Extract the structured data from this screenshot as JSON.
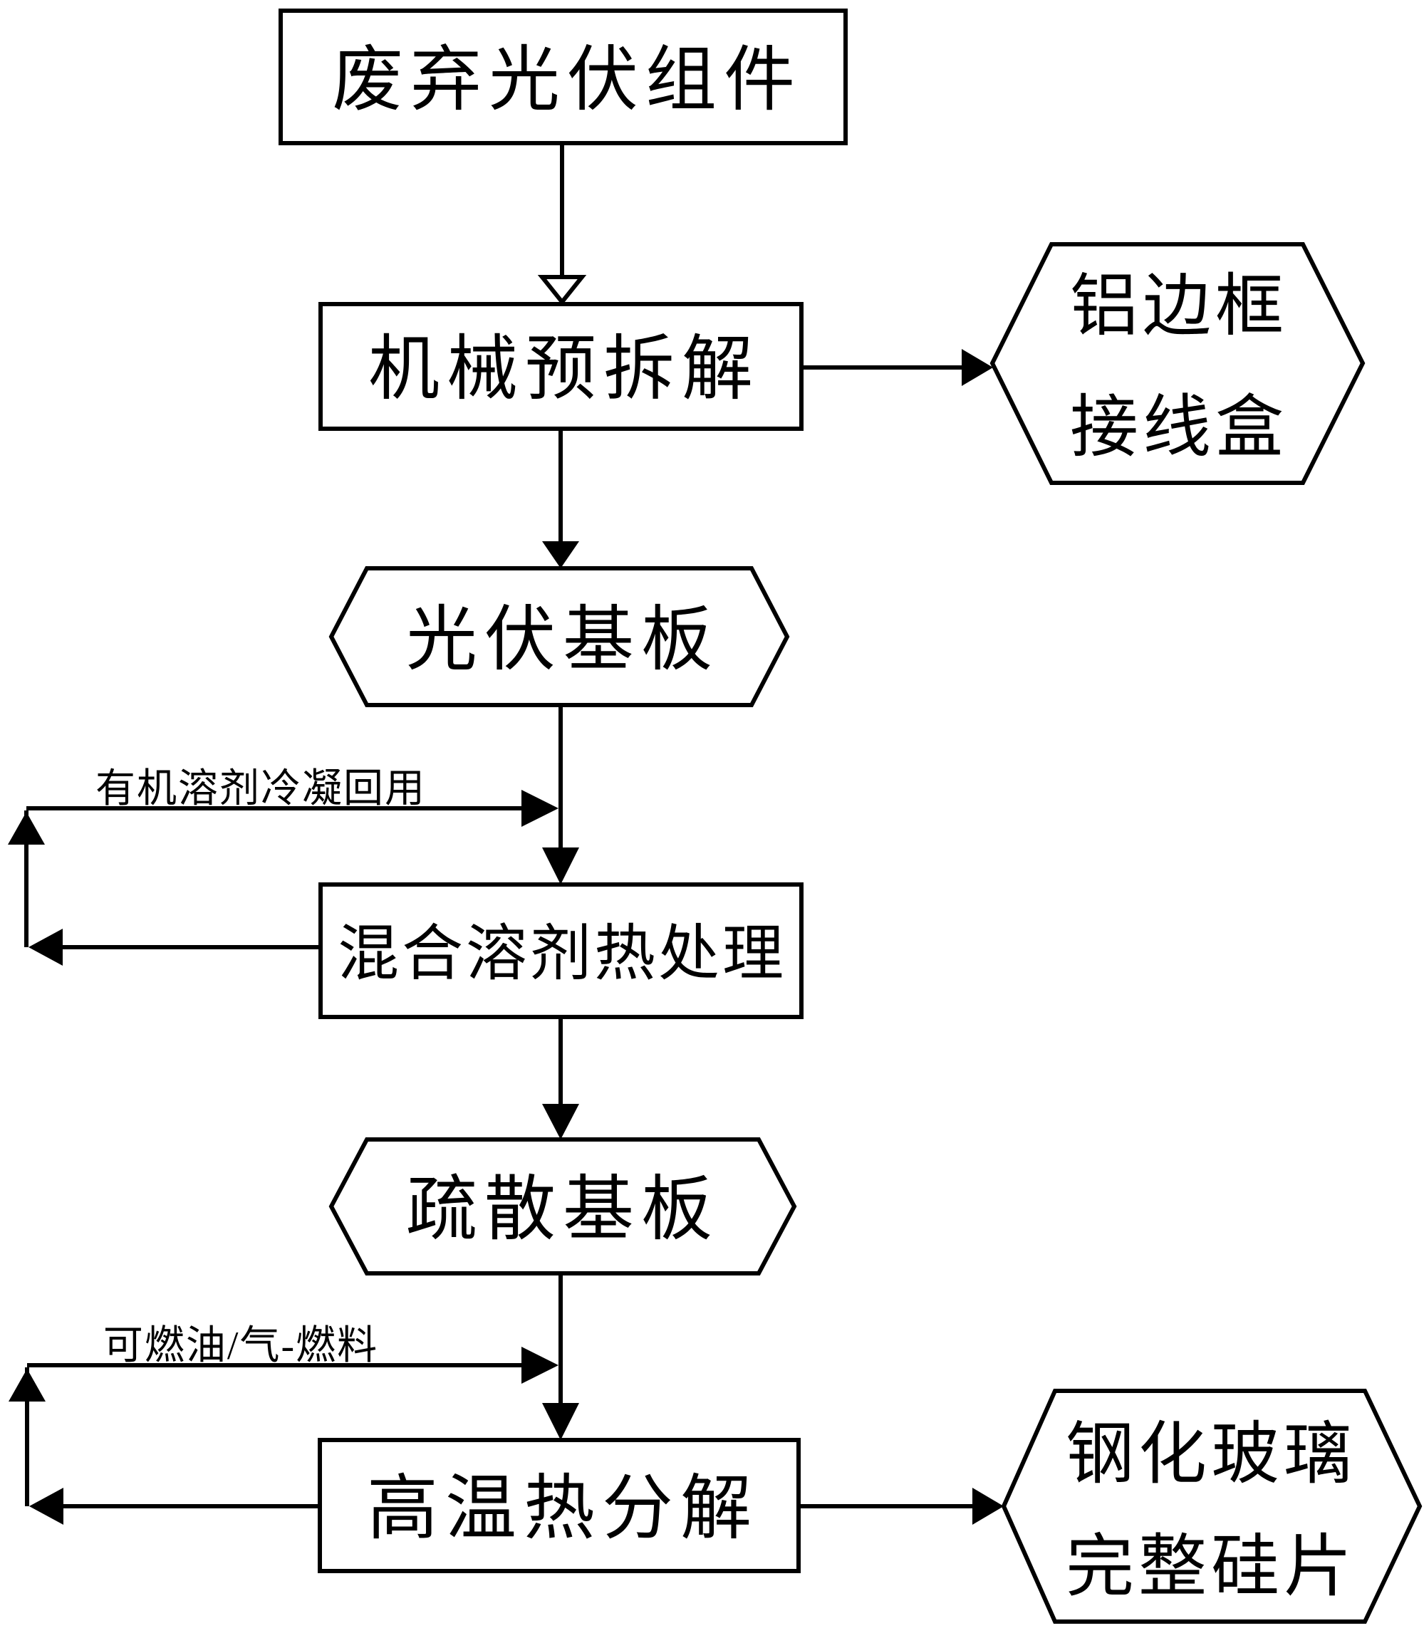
{
  "page": {
    "background_color": "#ffffff",
    "line_color": "#000000"
  },
  "flowchart": {
    "nodes": {
      "waste_pv_modules": {
        "shape": "rect",
        "label": "废弃光伏组件"
      },
      "mechanical_pre_disassembly": {
        "shape": "rect",
        "label": "机械预拆解"
      },
      "aluminum_frame_junction_box": {
        "shape": "hexagon",
        "line1": "铝边框",
        "line2": "接线盒"
      },
      "pv_substrate": {
        "shape": "hexagon",
        "label": "光伏基板"
      },
      "mixed_solvent_heat_treatment": {
        "shape": "rect",
        "label": "混合溶剂热处理"
      },
      "loosened_substrate": {
        "shape": "hexagon",
        "label": "疏散基板"
      },
      "high_temperature_pyrolysis": {
        "shape": "rect",
        "label": "高温热分解"
      },
      "tempered_glass_intact_wafer": {
        "shape": "hexagon",
        "line1": "钢化玻璃",
        "line2": "完整硅片"
      }
    },
    "edge_labels": {
      "organic_solvent_condensation_reuse": "有机溶剂冷凝回用",
      "combustible_oil_gas_fuel": "可燃油/气-燃料"
    }
  }
}
